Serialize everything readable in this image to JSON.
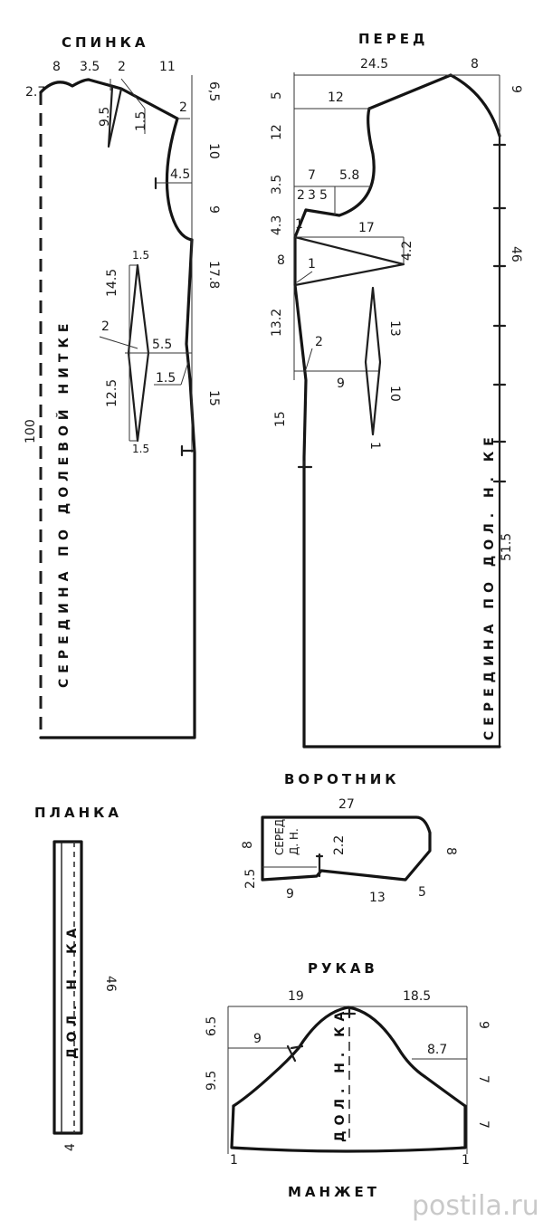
{
  "titles": {
    "back": "СПИНКА",
    "front": "ПЕРЕД",
    "collar": "ВОРОТНИК",
    "placket": "ПЛАНКА",
    "sleeve": "РУКАВ",
    "cuff": "МАНЖЕТ"
  },
  "back": {
    "center_label": "СЕРЕДИНА ПО ДОЛЕВОЙ НИТКЕ",
    "length": "100",
    "top": [
      "8",
      "3.5",
      "2",
      "11",
      "2.7"
    ],
    "shoulder_dart": [
      "9.5",
      "1.5"
    ],
    "right": [
      "6,5",
      "10",
      "9",
      "17.8",
      "15"
    ],
    "armhole": [
      "2",
      "4.5"
    ],
    "waist_dart": [
      "1.5",
      "14.5",
      "2",
      "5.5",
      "12.5",
      "1.5",
      "1.5"
    ]
  },
  "front": {
    "top": [
      "24.5",
      "8"
    ],
    "neck": [
      "12",
      "7",
      "5.8",
      "2",
      "3",
      "5"
    ],
    "left": [
      "5",
      "12",
      "3.5",
      "4.3",
      "1",
      "8",
      "13.2",
      "15"
    ],
    "side_dart": [
      "17",
      "4.2",
      "1"
    ],
    "waist": [
      "2",
      "9"
    ],
    "waist_dart": [
      "13",
      "10",
      "1"
    ],
    "right": [
      "9",
      "46",
      "51.5"
    ],
    "center_label": "СЕРЕДИНА ПО ДОЛ. Н. КЕ"
  },
  "collar": {
    "width": "27",
    "left": [
      "8",
      "2.5"
    ],
    "center_label_1": "СЕРЕД",
    "center_label_2": "Д. Н.",
    "raise": "2.2",
    "bottom": [
      "9",
      "13",
      "5"
    ],
    "right": "8"
  },
  "placket": {
    "grain": "ДОЛ. Н. КА",
    "length": "46",
    "width": "4"
  },
  "sleeve": {
    "top": [
      "19",
      "18.5"
    ],
    "left": [
      "6.5",
      "9.5"
    ],
    "right": [
      "9",
      "7",
      "7"
    ],
    "front_width": "9",
    "back_width": "8.7",
    "grain": "ДОЛ. Н. КА",
    "hem": [
      "1",
      "1"
    ]
  },
  "watermark": "postila.ru"
}
